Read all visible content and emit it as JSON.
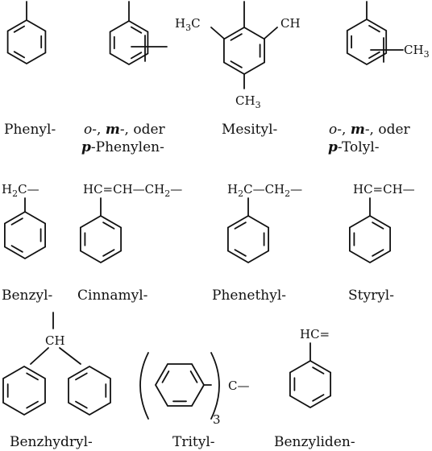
{
  "structures": {
    "phenyl": {
      "label": "Phenyl-"
    },
    "phenylen": {
      "o": "o",
      "sep1": "-, ",
      "m": "m",
      "sep2": "-, oder",
      "p": "p",
      "label": "-Phenylen-"
    },
    "mesityl": {
      "label": "Mesityl-",
      "h3c": "H",
      "h3c_sub": "3",
      "h3c_c": "C",
      "ch3_top": "CH",
      "ch3_bottom": "CH",
      "ch3_bottom_sub": "3"
    },
    "tolyl": {
      "o": "o",
      "sep1": "-, ",
      "m": "m",
      "sep2": "-, oder",
      "p": "p",
      "label": "-Tolyl-",
      "ch3": "CH",
      "ch3_sub": "3"
    },
    "benzyl": {
      "label": "Benzyl-",
      "chain": "H",
      "chain_sub": "2",
      "chain_c": "C—"
    },
    "cinnamyl": {
      "label": "Cinnamyl-",
      "chain": "HC=CH—CH",
      "chain_sub": "2",
      "chain_end": "—"
    },
    "phenethyl": {
      "label": "Phenethyl-",
      "chain_h": "H",
      "chain_sub1": "2",
      "chain_mid": "C—CH",
      "chain_sub2": "2",
      "chain_end": "—"
    },
    "styryl": {
      "label": "Styryl-",
      "chain": "HC=CH—"
    },
    "benzhydryl": {
      "label": "Benzhydryl-",
      "ch": "CH"
    },
    "trityl": {
      "label": "Trityl-",
      "c": "C—",
      "sub": "3"
    },
    "benzyliden": {
      "label": "Benzyliden-",
      "hc": "HC="
    }
  }
}
